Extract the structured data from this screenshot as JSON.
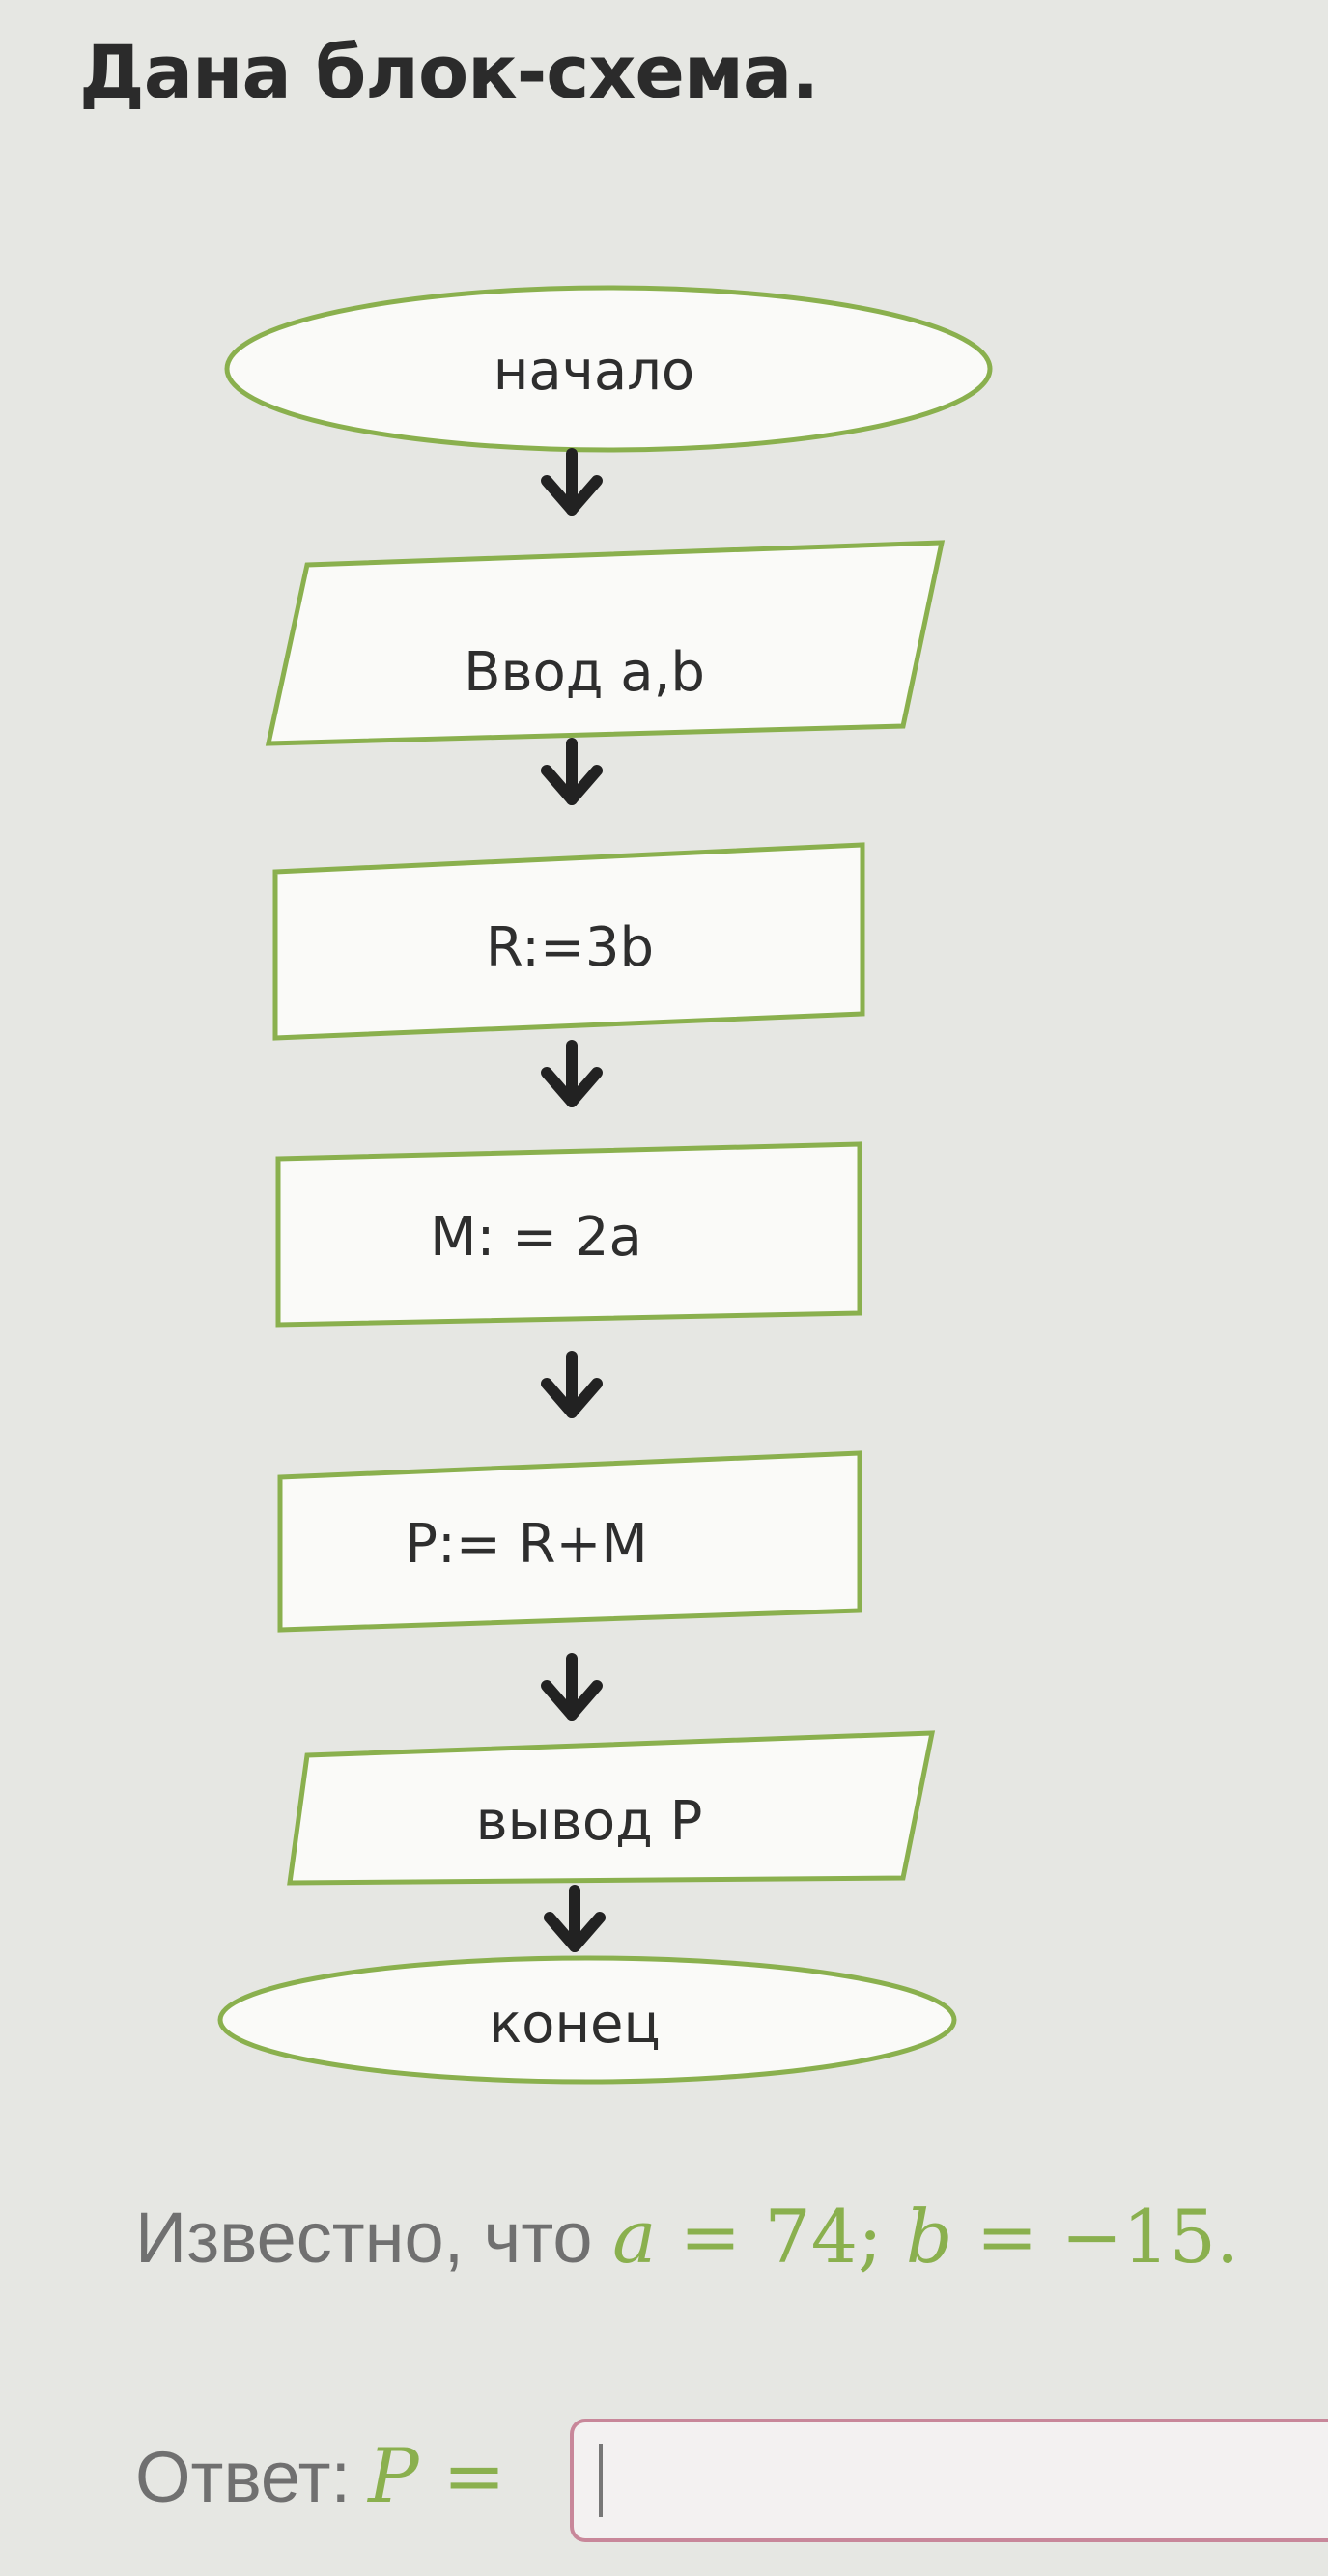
{
  "title": "Дана блок-схема.",
  "flowchart": {
    "start": "начало",
    "input": "Ввод a,b",
    "step1": "R:=3b",
    "step2": "M: = 2a",
    "step3": "P:= R+M",
    "output": "вывод P",
    "end": "конец"
  },
  "condition": {
    "prefix": "Известно, что",
    "a_var": "a",
    "a_rest": " = 74; ",
    "b_var": "b",
    "b_rest": " = −15."
  },
  "answer": {
    "label": "Ответ:",
    "var": "P",
    "eq": " =",
    "value": ""
  },
  "colors": {
    "shape_stroke": "#8ab04e",
    "shape_fill": "#fafaf8",
    "arrow": "#222222",
    "math_green": "#8ab04e",
    "input_border": "#c8879a"
  }
}
